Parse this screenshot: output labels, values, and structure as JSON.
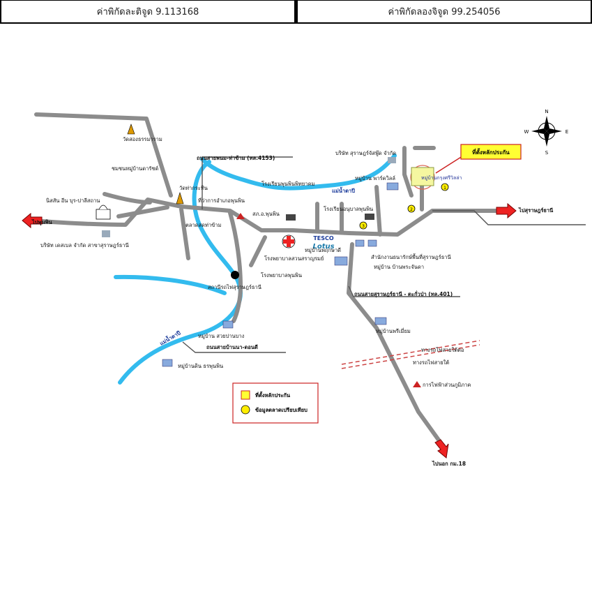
{
  "coordinates": {
    "latitude_label": "ค่าพิกัดละติจูด 9.113168",
    "longitude_label": "ค่าพิกัดลองจิจูด 99.254056"
  },
  "map": {
    "compass": {
      "n": "N",
      "s": "S",
      "e": "E",
      "w": "W"
    },
    "callout": "ที่ตั้งหลักประกัน",
    "roads": {
      "r4153": "ถนนสายพนม-ท่าข้าม (ทล.4153)",
      "r401": "ถนนสายสุราษฎร์ธานี - ตะกั่วป่า (ทล.401)",
      "banna": "ถนนสายบ้านนา-ดอนดี"
    },
    "rivers": {
      "tapi_top": "แม่น้ำตาปี",
      "tapi_bottom": "แม่น้ำตาปี"
    },
    "destinations": {
      "west": "ไปพุนพิน",
      "east": "ไปสุราษฎร์ธานี",
      "south": "ไปนอก กม.18"
    },
    "places": {
      "wat_dharma": "วัดสองธรรมาราม",
      "moo_ban_top": "ชมชนหมู่บ้านดารัชด์",
      "wat_kra_thin": "วัดท่ากระทิน",
      "nissan": "นิสสัน อีน บุร-ปาลีสถาน",
      "company_lower": "บริษัท เดสเบล จำกัด สาขาสุราษฎร์ธานี",
      "surat_company": "บริษัท สุราษฎร์จัสพู๊ด จำกัด",
      "moo_ban_tapi": "หมู่บ้าน พาร์ควิลล์",
      "site_village": "หมู่บ้านกรุงศรีวิลล่า",
      "school_phunphin": "โรงเรียนพุนพินพิทยาคม",
      "amphoe_office": "ที่ว่าการอำเภอพุนพิน",
      "police": "สภ.อ.พุนพิน",
      "school_teacher": "โรงเรียนอนุบาลพุนพิน",
      "market": "ตลาดสดท่าข้าม",
      "hospital_1": "โรงพยาบาลพุนพิน",
      "hospital_2": "โรงพยาบาลสวนสราญรมย์",
      "station": "สถานีรถไฟสุราษฎร์ธานี",
      "tesco": "TESCO",
      "lotus": "Lotus",
      "market_village": "หมู่บ้านพฤกษาดี",
      "govt_office": "สำนักงานธนารักษ์พื้นที่สุราษฎร์ธานี",
      "moo_ban_mae": "หมู่บ้าน บ้านพระจันดา",
      "moo_ban_suan": "หมู่บ้าน สวยปานบาง",
      "moo_ban_dara": "หมู่บ้านดิน ธรพุนพิน",
      "moo_ban_lower_right": "หมู่บ้านพรีเมี่ยม",
      "railway": "ทางรถไฟสายใต้",
      "railway2": "ทางรถไฟสายใต้ต่อ",
      "electric": "การไฟฟ้าส่วนภูมิภาค"
    },
    "markers": [
      "1",
      "2",
      "3"
    ],
    "legend": {
      "site": "ที่ตั้งหลักประกัน",
      "comparable": "ข้อมูลตลาดเปรียบเทียบ"
    },
    "colors": {
      "road": "#8c8c8c",
      "river": "#33bbee",
      "callout_fill": "#ffff33",
      "callout_border": "#cc2222",
      "marker_fill": "#ffee00",
      "arrow": "#ee2222"
    }
  }
}
